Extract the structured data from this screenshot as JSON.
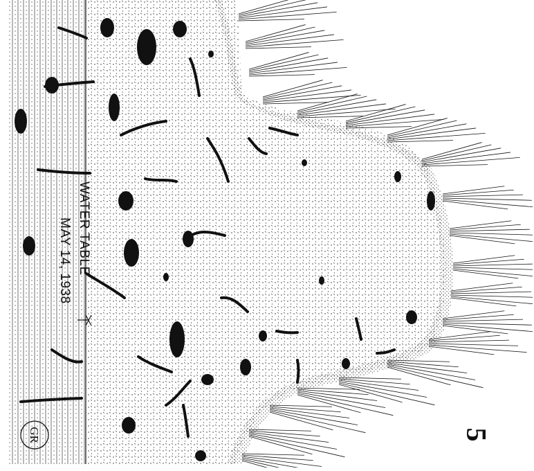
{
  "figure": {
    "water_table_label": "WATER TABLE",
    "date_label": "MAY 14, 1938",
    "figure_number": "5",
    "monogram": "GR",
    "colors": {
      "ink": "#111111",
      "paper": "#ffffff"
    }
  }
}
